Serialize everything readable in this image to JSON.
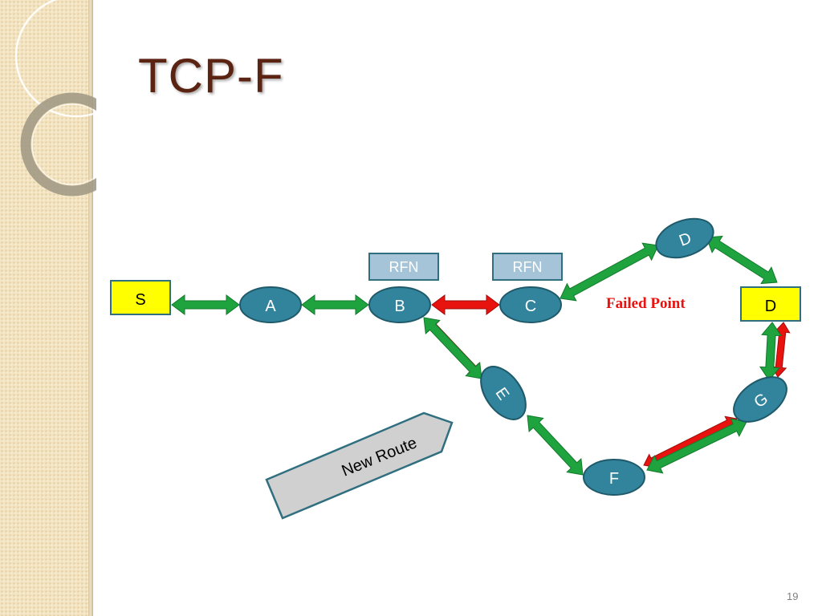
{
  "slide": {
    "title": "TCP-F",
    "page_number": "19"
  },
  "diagram": {
    "source": "S",
    "destination": "D",
    "nodes": {
      "A": "A",
      "B": "B",
      "C": "C",
      "D": "D",
      "E": "E",
      "F": "F",
      "G": "G"
    },
    "rfn_labels": [
      "RFN",
      "RFN"
    ],
    "failed_point_label": "Failed Point",
    "new_route_label": "New Route"
  },
  "colors": {
    "node_fill": "#31849b",
    "node_stroke": "#1f5a6a",
    "box_fill": "#ffff00",
    "rfn_fill": "#a6c4d8",
    "link_green": "#1fa33f",
    "link_red": "#e8120f",
    "title": "#5a2312"
  }
}
